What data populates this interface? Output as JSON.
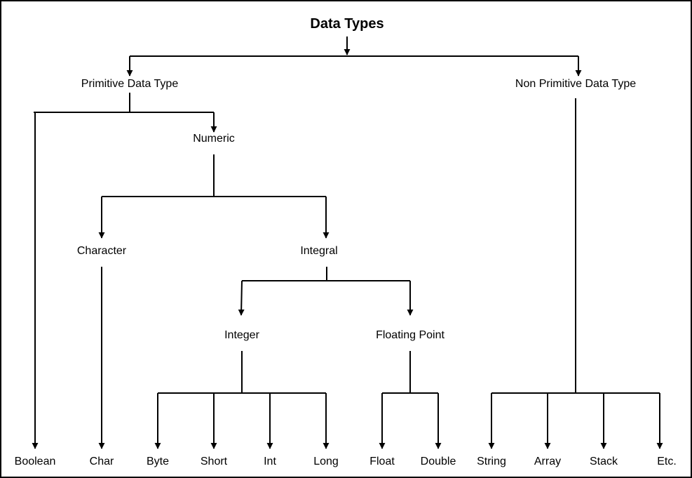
{
  "diagram": {
    "title": "Data Types",
    "nodes": {
      "primitive": "Primitive Data Type",
      "non_primitive": "Non Primitive Data Type",
      "numeric": "Numeric",
      "character": "Character",
      "integral": "Integral",
      "integer": "Integer",
      "floating_point": "Floating Point",
      "boolean": "Boolean",
      "char": "Char",
      "byte": "Byte",
      "short": "Short",
      "int": "Int",
      "long": "Long",
      "float": "Float",
      "double": "Double",
      "string": "String",
      "array": "Array",
      "stack": "Stack",
      "etc": "Etc."
    },
    "edges": [
      [
        "title",
        "primitive"
      ],
      [
        "title",
        "non_primitive"
      ],
      [
        "primitive",
        "boolean"
      ],
      [
        "primitive",
        "numeric"
      ],
      [
        "numeric",
        "character"
      ],
      [
        "numeric",
        "integral"
      ],
      [
        "character",
        "char"
      ],
      [
        "integral",
        "integer"
      ],
      [
        "integral",
        "floating_point"
      ],
      [
        "integer",
        "byte"
      ],
      [
        "integer",
        "short"
      ],
      [
        "integer",
        "int"
      ],
      [
        "integer",
        "long"
      ],
      [
        "floating_point",
        "float"
      ],
      [
        "floating_point",
        "double"
      ],
      [
        "non_primitive",
        "string"
      ],
      [
        "non_primitive",
        "array"
      ],
      [
        "non_primitive",
        "stack"
      ],
      [
        "non_primitive",
        "etc"
      ]
    ]
  }
}
